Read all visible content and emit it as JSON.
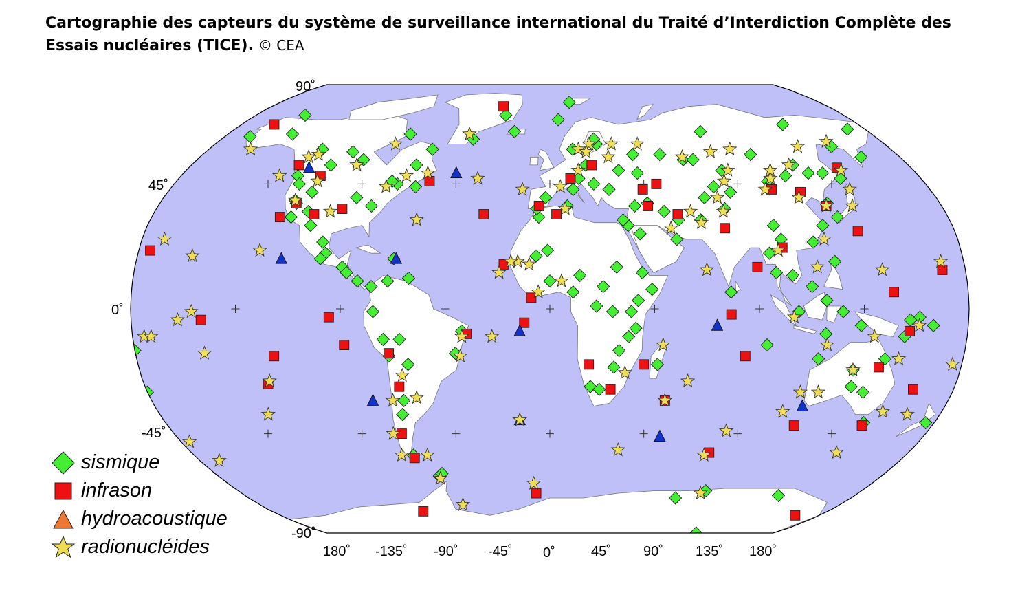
{
  "title": {
    "text": "Cartographie des capteurs du système de surveillance international du Traité d’Interdiction Complète des Essais nucléaires (TICE).",
    "credit": "© CEA"
  },
  "colors": {
    "ocean": "#c0c0f8",
    "land": "#ffffff",
    "border": "#777777",
    "seismic": "#44ee33",
    "infrasound": "#ee1111",
    "hydroacoustic_legend": "#ee7733",
    "hydroacoustic_map": "#1133cc",
    "radionuclide": "#eedd55"
  },
  "axes": {
    "lat_labels": [
      "90˚",
      "45˚",
      "0˚",
      "-45˚",
      "-90˚"
    ],
    "lon_labels": [
      "180˚",
      "-135˚",
      "-90˚",
      "-45˚",
      "0˚",
      "45˚",
      "90˚",
      "135˚",
      "180˚"
    ]
  },
  "legend": [
    {
      "key": "seismic",
      "label": "sismique",
      "icon": "green-diamond"
    },
    {
      "key": "infrasound",
      "label": "infrason",
      "icon": "red-square"
    },
    {
      "key": "hydroacoustic",
      "label": "hydroacoustique",
      "icon": "orange-triangle"
    },
    {
      "key": "radionuclide",
      "label": "radionucléides",
      "icon": "yellow-star"
    }
  ],
  "stations": {
    "seismic": [
      [
        -150,
        72
      ],
      [
        -166,
        63
      ],
      [
        -144,
        64
      ],
      [
        -120,
        58
      ],
      [
        -110,
        52
      ],
      [
        -103,
        57
      ],
      [
        -95,
        54
      ],
      [
        -78,
        64
      ],
      [
        -67,
        52
      ],
      [
        -73,
        45
      ],
      [
        -62,
        58
      ],
      [
        -42,
        62
      ],
      [
        -27,
        72
      ],
      [
        -20,
        65
      ],
      [
        5,
        70
      ],
      [
        13,
        78
      ],
      [
        25,
        60
      ],
      [
        24,
        62
      ],
      [
        12,
        58
      ],
      [
        18,
        52
      ],
      [
        14,
        47
      ],
      [
        21,
        45
      ],
      [
        34,
        50
      ],
      [
        43,
        49
      ],
      [
        43,
        56
      ],
      [
        57,
        56
      ],
      [
        68,
        54
      ],
      [
        73,
        54
      ],
      [
        85,
        65
      ],
      [
        85,
        50
      ],
      [
        104,
        56
      ],
      [
        105,
        46
      ],
      [
        115,
        48
      ],
      [
        122,
        52
      ],
      [
        127,
        49
      ],
      [
        134,
        49
      ],
      [
        141,
        47
      ],
      [
        150,
        59
      ],
      [
        160,
        55
      ],
      [
        170,
        66
      ],
      [
        136,
        68
      ],
      [
        -123,
        48
      ],
      [
        -120,
        45
      ],
      [
        -112,
        42
      ],
      [
        -117,
        38
      ],
      [
        -110,
        35
      ],
      [
        -107,
        30
      ],
      [
        -117,
        33
      ],
      [
        -118,
        39
      ],
      [
        -90,
        40
      ],
      [
        -82,
        37
      ],
      [
        -64,
        44
      ],
      [
        -76,
        46
      ],
      [
        -100,
        24
      ],
      [
        -98,
        20
      ],
      [
        -100,
        18
      ],
      [
        -90,
        15
      ],
      [
        -88,
        13
      ],
      [
        -83,
        10
      ],
      [
        -77,
        8
      ],
      [
        -70,
        10
      ],
      [
        -68,
        18
      ],
      [
        -61,
        11
      ],
      [
        -76,
        -1
      ],
      [
        -72,
        -11
      ],
      [
        -70,
        -17
      ],
      [
        -65,
        -11
      ],
      [
        -66,
        -33
      ],
      [
        -62,
        -20
      ],
      [
        -68,
        -38
      ],
      [
        -60,
        -61
      ],
      [
        -69,
        -53
      ],
      [
        -58,
        -60
      ],
      [
        -41,
        -16
      ],
      [
        -38,
        -8
      ],
      [
        -5,
        33
      ],
      [
        -2,
        40
      ],
      [
        -6,
        36
      ],
      [
        8,
        37
      ],
      [
        11,
        43
      ],
      [
        28,
        43
      ],
      [
        39,
        37
      ],
      [
        35,
        30
      ],
      [
        33,
        32
      ],
      [
        40,
        27
      ],
      [
        45,
        38
      ],
      [
        52,
        35
      ],
      [
        58,
        32
      ],
      [
        56,
        25
      ],
      [
        68,
        32
      ],
      [
        72,
        40
      ],
      [
        78,
        44
      ],
      [
        80,
        36
      ],
      [
        85,
        42
      ],
      [
        100,
        30
      ],
      [
        102,
        25
      ],
      [
        96,
        20
      ],
      [
        98,
        13
      ],
      [
        105,
        12
      ],
      [
        116,
        24
      ],
      [
        122,
        30
      ],
      [
        128,
        38
      ],
      [
        130,
        33
      ],
      [
        124,
        17
      ],
      [
        113,
        8
      ],
      [
        119,
        3
      ],
      [
        126,
        -1
      ],
      [
        134,
        -6
      ],
      [
        119,
        -9
      ],
      [
        117,
        -18
      ],
      [
        133,
        -22
      ],
      [
        140,
        -30
      ],
      [
        134,
        -28
      ],
      [
        146,
        -18
      ],
      [
        153,
        -10
      ],
      [
        159,
        -3
      ],
      [
        165,
        -6
      ],
      [
        147,
        -41
      ],
      [
        176,
        -41
      ],
      [
        155,
        -4
      ],
      [
        94,
        -13
      ],
      [
        78,
        6
      ],
      [
        107,
        -1
      ],
      [
        18,
        -28
      ],
      [
        22,
        -29
      ],
      [
        28,
        -21
      ],
      [
        30,
        -15
      ],
      [
        34,
        -10
      ],
      [
        35,
        -1
      ],
      [
        37,
        -7
      ],
      [
        38,
        3
      ],
      [
        27,
        -1
      ],
      [
        23,
        8
      ],
      [
        13,
        12
      ],
      [
        -1,
        21
      ],
      [
        -6,
        19
      ],
      [
        0,
        10
      ],
      [
        10,
        6
      ],
      [
        20,
        1
      ],
      [
        29,
        15
      ],
      [
        40,
        13
      ],
      [
        44,
        7
      ],
      [
        47,
        -20
      ],
      [
        118,
        -90
      ],
      [
        75,
        -70
      ],
      [
        90,
        -67
      ],
      [
        135,
        -69
      ],
      [
        -180,
        -15
      ],
      [
        -180,
        -30
      ]
    ],
    "infrasound": [
      [
        -161,
        68
      ],
      [
        -126,
        52
      ],
      [
        -112,
        48
      ],
      [
        -117,
        38
      ],
      [
        -122,
        33
      ],
      [
        -107,
        34
      ],
      [
        -95,
        36
      ],
      [
        -30,
        76
      ],
      [
        -30,
        34
      ],
      [
        -58,
        46
      ],
      [
        -20,
        16
      ],
      [
        -175,
        21
      ],
      [
        -150,
        -4
      ],
      [
        -120,
        -17
      ],
      [
        -125,
        -27
      ],
      [
        -95,
        -3
      ],
      [
        -89,
        -13
      ],
      [
        -70,
        -16
      ],
      [
        -67,
        -28
      ],
      [
        -71,
        -45
      ],
      [
        -69,
        -54
      ],
      [
        -5,
        37
      ],
      [
        10,
        47
      ],
      [
        21,
        52
      ],
      [
        44,
        43
      ],
      [
        51,
        45
      ],
      [
        45,
        37
      ],
      [
        58,
        34
      ],
      [
        78,
        29
      ],
      [
        90,
        15
      ],
      [
        102,
        22
      ],
      [
        105,
        43
      ],
      [
        118,
        42
      ],
      [
        127,
        37
      ],
      [
        143,
        51
      ],
      [
        137,
        28
      ],
      [
        170,
        14
      ],
      [
        148,
        6
      ],
      [
        144,
        -21
      ],
      [
        162,
        -29
      ],
      [
        147,
        -42
      ],
      [
        115,
        -42
      ],
      [
        78,
        -2
      ],
      [
        85,
        -17
      ],
      [
        52,
        -33
      ],
      [
        27,
        -29
      ],
      [
        17,
        -20
      ],
      [
        41,
        -20
      ],
      [
        -36,
        -9
      ],
      [
        -11,
        -5
      ],
      [
        -8,
        4
      ],
      [
        3,
        34
      ],
      [
        80,
        -52
      ],
      [
        -8,
        -68
      ],
      [
        -82,
        -76
      ],
      [
        164,
        -78
      ],
      [
        155,
        -8
      ]
    ],
    "hydroacoustic": [
      [
        -120,
        51
      ],
      [
        -117,
        18
      ],
      [
        -67,
        18
      ],
      [
        -46,
        49
      ],
      [
        -13,
        -8
      ],
      [
        -80,
        -33
      ],
      [
        -14,
        -40
      ],
      [
        53,
        -46
      ],
      [
        72,
        -6
      ],
      [
        115,
        -35
      ]
    ],
    "radionuclide": [
      [
        -158,
        58
      ],
      [
        -132,
        48
      ],
      [
        -124,
        55
      ],
      [
        -120,
        56
      ],
      [
        -97,
        52
      ],
      [
        -83,
        60
      ],
      [
        -60,
        49
      ],
      [
        -78,
        44
      ],
      [
        -60,
        32
      ],
      [
        -70,
        48
      ],
      [
        -45,
        64
      ],
      [
        -35,
        47
      ],
      [
        -13,
        43
      ],
      [
        5,
        44
      ],
      [
        7,
        36
      ],
      [
        14,
        50
      ],
      [
        21,
        60
      ],
      [
        15,
        58
      ],
      [
        19,
        57
      ],
      [
        30,
        55
      ],
      [
        33,
        60
      ],
      [
        47,
        60
      ],
      [
        68,
        55
      ],
      [
        84,
        57
      ],
      [
        95,
        58
      ],
      [
        107,
        47
      ],
      [
        109,
        50
      ],
      [
        120,
        52
      ],
      [
        132,
        59
      ],
      [
        150,
        61
      ],
      [
        144,
        50
      ],
      [
        142,
        43
      ],
      [
        127,
        37
      ],
      [
        116,
        40
      ],
      [
        102,
        43
      ],
      [
        88,
        50
      ],
      [
        84,
        46
      ],
      [
        78,
        40
      ],
      [
        79,
        35
      ],
      [
        54,
        29
      ],
      [
        64,
        35
      ],
      [
        68,
        31
      ],
      [
        68,
        14
      ],
      [
        100,
        21
      ],
      [
        116,
        15
      ],
      [
        121,
        25
      ],
      [
        139,
        37
      ],
      [
        144,
        14
      ],
      [
        170,
        17
      ],
      [
        159,
        -6
      ],
      [
        152,
        -18
      ],
      [
        153,
        -37
      ],
      [
        144,
        -52
      ],
      [
        165,
        -38
      ],
      [
        176,
        -20
      ],
      [
        133,
        -22
      ],
      [
        140,
        -10
      ],
      [
        120,
        -30
      ],
      [
        112,
        -30
      ],
      [
        107,
        -37
      ],
      [
        120,
        -13
      ],
      [
        105,
        -3
      ],
      [
        84,
        -44
      ],
      [
        78,
        -53
      ],
      [
        88,
        -68
      ],
      [
        34,
        -51
      ],
      [
        49,
        -13
      ],
      [
        52,
        -33
      ],
      [
        61,
        -26
      ],
      [
        33,
        -23
      ],
      [
        5,
        10
      ],
      [
        -5,
        6
      ],
      [
        -9,
        16
      ],
      [
        -14,
        17
      ],
      [
        -17,
        17
      ],
      [
        -22,
        13
      ],
      [
        -38,
        -10
      ],
      [
        -39,
        -17
      ],
      [
        -60,
        -32
      ],
      [
        -71,
        -33
      ],
      [
        -75,
        -45
      ],
      [
        -75,
        -53
      ],
      [
        -62,
        -53
      ],
      [
        -65,
        -24
      ],
      [
        -25,
        -10
      ],
      [
        -14,
        -40
      ],
      [
        -9,
        -64
      ],
      [
        -54,
        -73
      ],
      [
        -60,
        -62
      ],
      [
        -170,
        -55
      ],
      [
        -175,
        -10
      ],
      [
        -154,
        -1
      ],
      [
        -160,
        -4
      ],
      [
        -150,
        -16
      ],
      [
        -124,
        -26
      ],
      [
        -127,
        21
      ],
      [
        -100,
        35
      ],
      [
        -118,
        39
      ],
      [
        -112,
        46
      ],
      [
        -156,
        19
      ],
      [
        -172,
        -10
      ],
      [
        -170,
        25
      ],
      [
        -176,
        -48
      ],
      [
        -130,
        -38
      ]
    ]
  }
}
